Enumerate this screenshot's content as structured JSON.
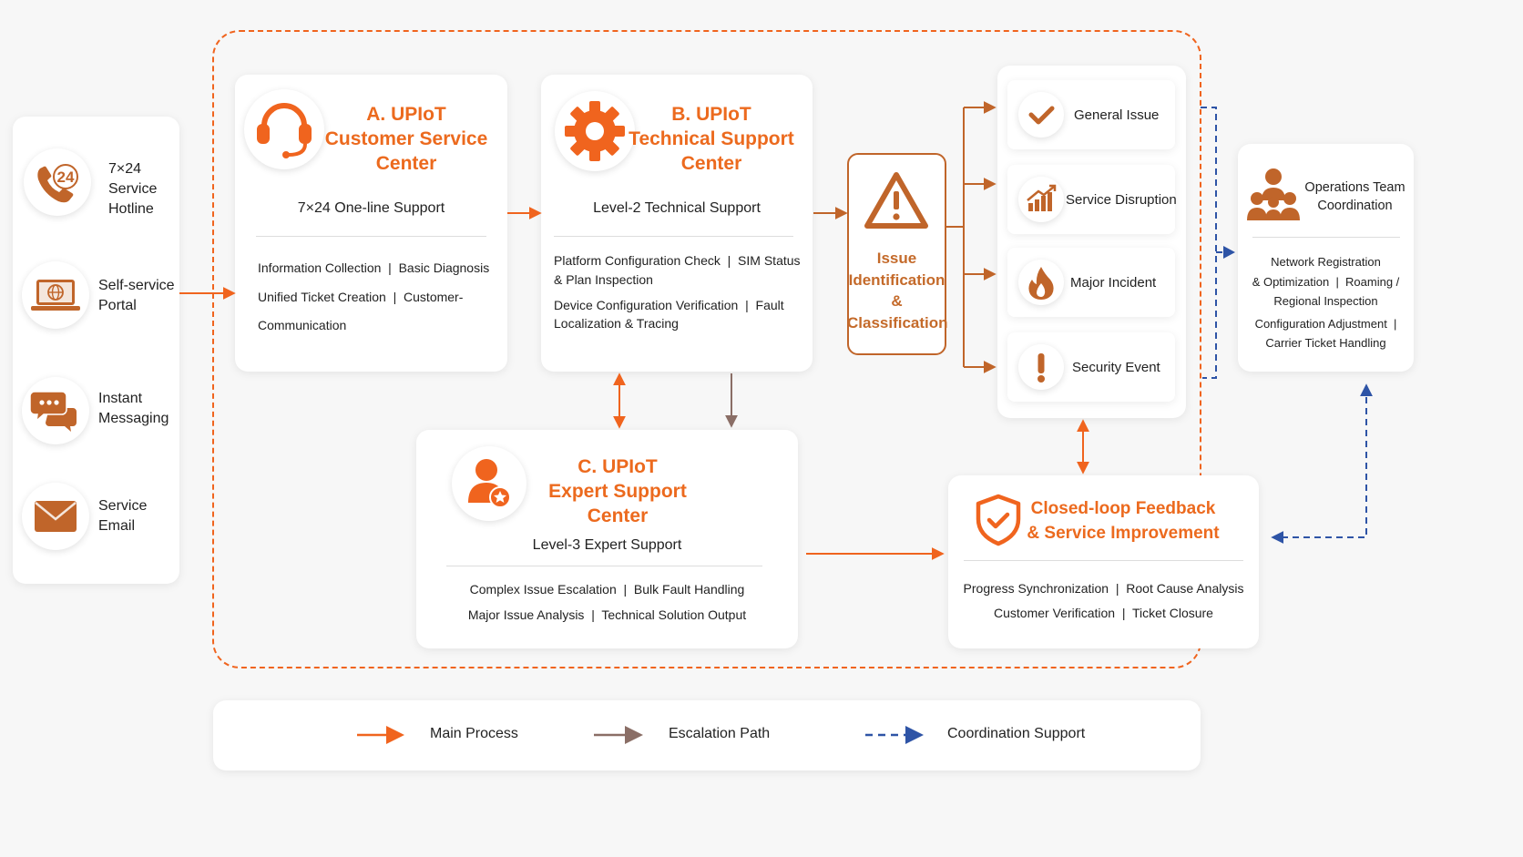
{
  "channels": [
    {
      "icon": "phone-24-icon",
      "label": "7×24\nService\nHotline"
    },
    {
      "icon": "laptop-globe-icon",
      "label": "Self-service\nPortal"
    },
    {
      "icon": "chat-bubbles-icon",
      "label": "Instant\nMessaging"
    },
    {
      "icon": "envelope-icon",
      "label": "Service\nEmail"
    }
  ],
  "centers": {
    "a": {
      "icon": "headset-icon",
      "title": "A. UPIoT\nCustomer Service\nCenter",
      "subtitle": "7×24 One-line Support",
      "items": [
        "Information Collection  |  Basic Diagnosis",
        "Unified Ticket Creation  |  Customer-",
        "Communication"
      ]
    },
    "b": {
      "icon": "gear-icon",
      "title": "B. UPIoT\nTechnical Support\nCenter",
      "subtitle": "Level-2 Technical Support",
      "items": [
        "Platform Configuration Check  |  SIM Status",
        "& Plan Inspection",
        "Device Configuration Verification  |  Fault",
        "Localization & Tracing"
      ]
    },
    "c": {
      "icon": "expert-user-icon",
      "title": "C. UPIoT\nExpert Support\nCenter",
      "subtitle": "Level-3 Expert Support",
      "items": [
        "Complex Issue Escalation  |  Bulk Fault Handling",
        "Major Issue Analysis  |  Technical Solution Output"
      ]
    }
  },
  "classification": {
    "icon": "warning-triangle-icon",
    "label": "Issue\nIdentification\n&\nClassification"
  },
  "issues": [
    {
      "icon": "check-icon",
      "label": "General Issue"
    },
    {
      "icon": "chart-up-icon",
      "label": "Service Disruption"
    },
    {
      "icon": "flame-icon",
      "label": "Major Incident"
    },
    {
      "icon": "exclamation-icon",
      "label": "Security Event"
    }
  ],
  "operations": {
    "icon": "team-icon",
    "title": "Operations Team\nCoordination",
    "items": [
      "Network Registration",
      "& Optimization  |  Roaming /",
      "Regional Inspection",
      "Configuration Adjustment  |",
      "Carrier Ticket Handling"
    ]
  },
  "feedback": {
    "icon": "shield-check-icon",
    "title": "Closed-loop Feedback\n& Service Improvement",
    "items": [
      "Progress Synchronization  |  Root Cause Analysis",
      "Customer Verification  |  Ticket Closure"
    ]
  },
  "legend": [
    {
      "style": "main",
      "label": "Main Process"
    },
    {
      "style": "escalation",
      "label": "Escalation Path"
    },
    {
      "style": "coordination",
      "label": "Coordination Support"
    }
  ],
  "colors": {
    "main": "#f0641e",
    "brown": "#c0652a",
    "escalation": "#8a6e66",
    "coordination": "#2e54a6"
  }
}
